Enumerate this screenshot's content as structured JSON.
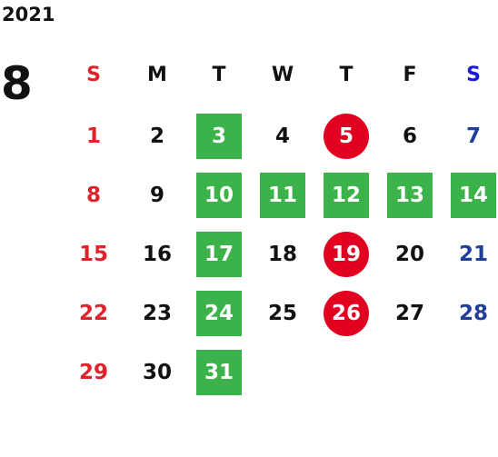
{
  "year": "2021",
  "month": "8",
  "weekdays": [
    "S",
    "M",
    "T",
    "W",
    "T",
    "F",
    "S"
  ],
  "colors": {
    "sunday": "#e0222a",
    "saturday": "#1f3f99",
    "green_mark": "#3cb24a",
    "red_mark": "#e1001f"
  },
  "weeks": [
    [
      {
        "day": "1"
      },
      {
        "day": "2"
      },
      {
        "day": "3",
        "mark": "green"
      },
      {
        "day": "4"
      },
      {
        "day": "5",
        "mark": "red"
      },
      {
        "day": "6"
      },
      {
        "day": "7"
      }
    ],
    [
      {
        "day": "8"
      },
      {
        "day": "9"
      },
      {
        "day": "10",
        "mark": "green"
      },
      {
        "day": "11",
        "mark": "green"
      },
      {
        "day": "12",
        "mark": "green"
      },
      {
        "day": "13",
        "mark": "green"
      },
      {
        "day": "14",
        "mark": "green"
      }
    ],
    [
      {
        "day": "15"
      },
      {
        "day": "16"
      },
      {
        "day": "17",
        "mark": "green"
      },
      {
        "day": "18"
      },
      {
        "day": "19",
        "mark": "red"
      },
      {
        "day": "20"
      },
      {
        "day": "21"
      }
    ],
    [
      {
        "day": "22"
      },
      {
        "day": "23"
      },
      {
        "day": "24",
        "mark": "green"
      },
      {
        "day": "25"
      },
      {
        "day": "26",
        "mark": "red"
      },
      {
        "day": "27"
      },
      {
        "day": "28"
      }
    ],
    [
      {
        "day": "29"
      },
      {
        "day": "30"
      },
      {
        "day": "31",
        "mark": "green"
      },
      null,
      null,
      null,
      null
    ]
  ]
}
